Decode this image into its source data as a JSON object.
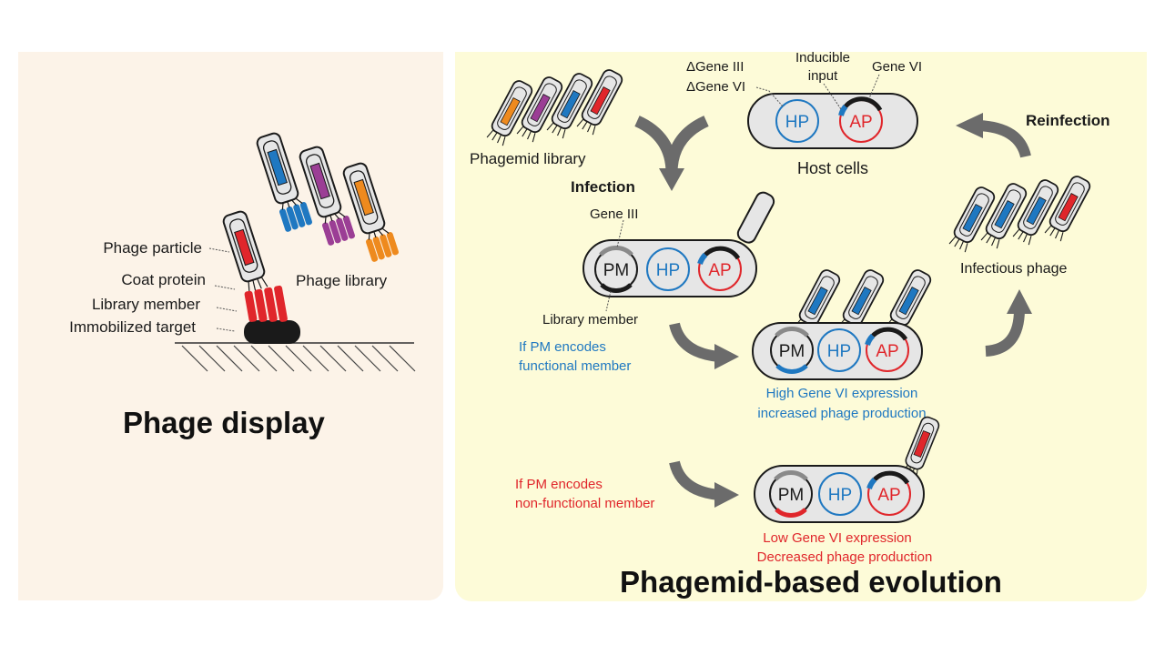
{
  "left_panel": {
    "title": "Phage display",
    "labels": {
      "phage_particle": "Phage particle",
      "coat_protein": "Coat protein",
      "library_member": "Library member",
      "immobilized_target": "Immobilized target",
      "phage_library": "Phage library"
    }
  },
  "right_panel": {
    "title": "Phagemid-based evolution",
    "phagemid_library": "Phagemid library",
    "infection": "Infection",
    "host_cells": "Host cells",
    "delta_gene_iii": "ΔGene III",
    "delta_gene_vi": "ΔGene VI",
    "inducible_input_1": "Inducible",
    "inducible_input_2": "input",
    "gene_vi": "Gene VI",
    "reinfection": "Reinfection",
    "infectious_phage": "Infectious phage",
    "gene_iii": "Gene III",
    "library_member": "Library member",
    "plasmids": {
      "pm": "PM",
      "hp": "HP",
      "ap": "AP"
    },
    "functional": {
      "condition_1": "If PM encodes",
      "condition_2": "functional member",
      "result_1": "High Gene VI expression",
      "result_2": "increased phage production"
    },
    "nonfunctional": {
      "condition_1": "If PM encodes",
      "condition_2": "non-functional member",
      "result_1": "Low Gene VI expression",
      "result_2": "Decreased phage production"
    }
  },
  "colors": {
    "blue": "#1f78c1",
    "red": "#e0262b",
    "purple": "#9b3e95",
    "orange": "#ee8a1e",
    "arrow_gray": "#6b6b6b",
    "cell_fill": "#e6e6e6"
  }
}
